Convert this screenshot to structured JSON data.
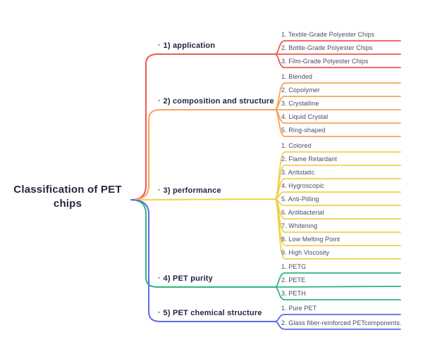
{
  "root": {
    "label": "Classification of PET chips"
  },
  "bullet": "·",
  "colors": {
    "heading_text": "#23273F",
    "leaf_text": "#474C61",
    "background": "#FFFFFF"
  },
  "branches": [
    {
      "label": "1) application",
      "color": "#F2574D",
      "children": [
        "1. Textile-Grade Polyester Chips",
        "2. Bottle-Grade Polyester Chips",
        "3. Film-Grade Polyester Chips"
      ]
    },
    {
      "label": "2) composition and structure",
      "color": "#F7A45C",
      "children": [
        "1. Blended",
        "2. Copolymer",
        "3. Crystalline",
        "4. Liquid Crystal",
        "5. Ring-shaped"
      ]
    },
    {
      "label": "3) performance",
      "color": "#F0D14B",
      "children": [
        "1. Colored",
        "2. Flame Retardant",
        "3. Antistatic",
        "4. Hygroscopic",
        "5. Anti-Pilling",
        "6. Antibacterial",
        "7. Whitening",
        "8. Low Melting Point",
        "9. High Viscosity"
      ]
    },
    {
      "label": "4) PET purity",
      "color": "#2FB67F",
      "children": [
        "1. PETG",
        "2. PETE",
        "3. PETH"
      ]
    },
    {
      "label": "5) PET chemical structure",
      "color": "#5E6BE8",
      "children": [
        "1. Pure PET",
        "2. Glass fiber-reinforced PETcomponents."
      ]
    }
  ]
}
